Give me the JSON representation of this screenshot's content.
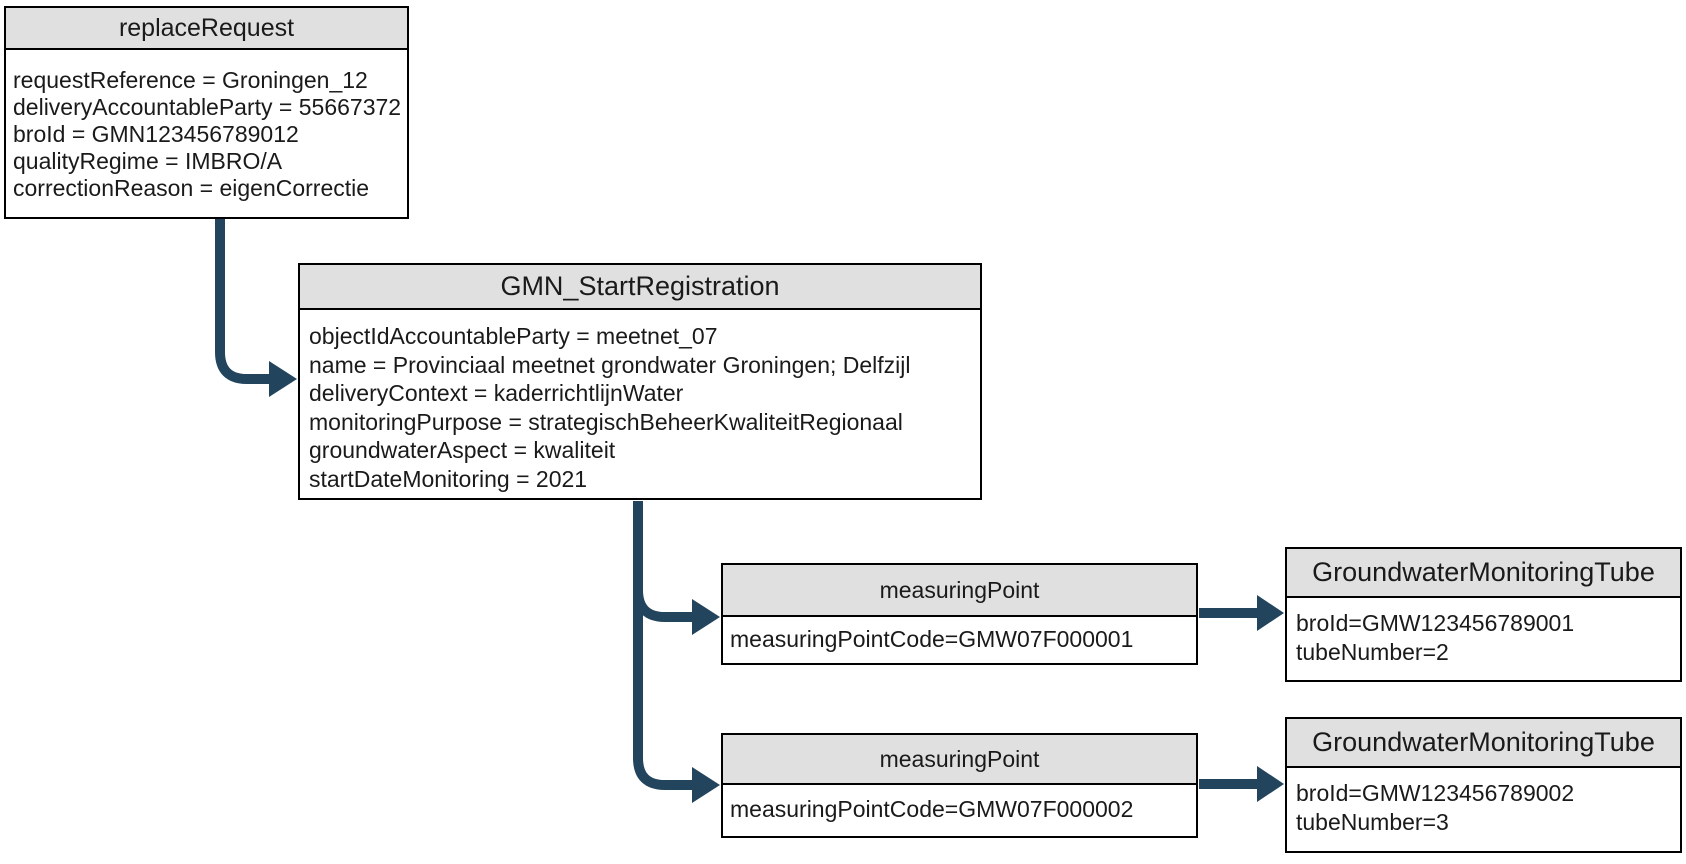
{
  "diagram": {
    "boxes": {
      "replace_request": {
        "title": "replaceRequest",
        "lines": [
          "requestReference = Groningen_12",
          "deliveryAccountableParty = 55667372",
          "broId = GMN123456789012",
          "qualityRegime = IMBRO/A",
          "correctionReason = eigenCorrectie"
        ]
      },
      "gmn_start_registration": {
        "title": "GMN_StartRegistration",
        "lines": [
          "objectIdAccountableParty = meetnet_07",
          "name = Provinciaal meetnet grondwater Groningen; Delfzijl",
          "deliveryContext = kaderrichtlijnWater",
          "monitoringPurpose = strategischBeheerKwaliteitRegionaal",
          "groundwaterAspect = kwaliteit",
          "startDateMonitoring = 2021"
        ]
      },
      "measuring_point_1": {
        "title": "measuringPoint",
        "lines": [
          "measuringPointCode=GMW07F000001"
        ]
      },
      "measuring_point_2": {
        "title": "measuringPoint",
        "lines": [
          "measuringPointCode=GMW07F000002"
        ]
      },
      "tube_1": {
        "title": "GroundwaterMonitoringTube",
        "lines": [
          "broId=GMW123456789001",
          "tubeNumber=2"
        ]
      },
      "tube_2": {
        "title": "GroundwaterMonitoringTube",
        "lines": [
          "broId=GMW123456789002",
          "tubeNumber=3"
        ]
      }
    },
    "colors": {
      "arrow": "#23445D",
      "header_bg": "#E0E0E0",
      "border": "#000000",
      "text": "#1A1A1A",
      "background": "#FFFFFF"
    }
  }
}
